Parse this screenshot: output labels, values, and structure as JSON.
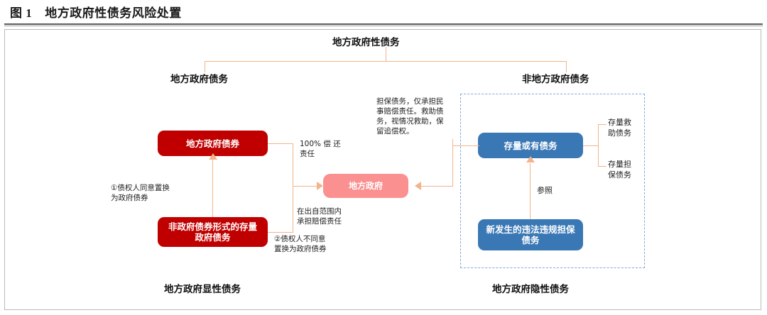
{
  "caption": {
    "number": "图 1",
    "title": "地方政府性债务风险处置"
  },
  "diagram": {
    "root_label": "地方政府性债务",
    "branch_left_label": "地方政府债务",
    "branch_right_label": "非地方政府债务",
    "footer_left_label": "地方政府显性债务",
    "footer_right_label": "地方政府隐性债务",
    "boxes": {
      "local_gov_bond": "地方政府债券",
      "non_bond_stock_debt": "非政府债券形式的存量政府债务",
      "local_government": "地方政府",
      "stock_contingent_debt": "存量或有债务",
      "new_illegal_guarantee_debt": "新发生的违法违规担保债务"
    },
    "annotations": {
      "repay_100": "100% 偿 还\n责任",
      "creditor_agree": "①债权人同意置换\n为政府债券",
      "within_contribution": "在出自范围内\n承担赔偿责任",
      "creditor_disagree": "②债权人不同意\n置换为政府债券",
      "guarantee_note": "担保债务，仅承担民\n事赔偿责任。救助债\n务，视情况救助，保\n留追偿权。",
      "reference": "参照"
    },
    "leaf_labels": {
      "stock_rescue_debt": "存量救\n助债务",
      "stock_guarantee_debt": "存量担\n保债务"
    },
    "colors": {
      "red_box": "#c00000",
      "pink_box": "#fa9090",
      "blue_box": "#3a78b5",
      "connector": "#f2b48a",
      "dashed_border": "#7fa8d8",
      "frame": "#b9b9b9"
    }
  }
}
